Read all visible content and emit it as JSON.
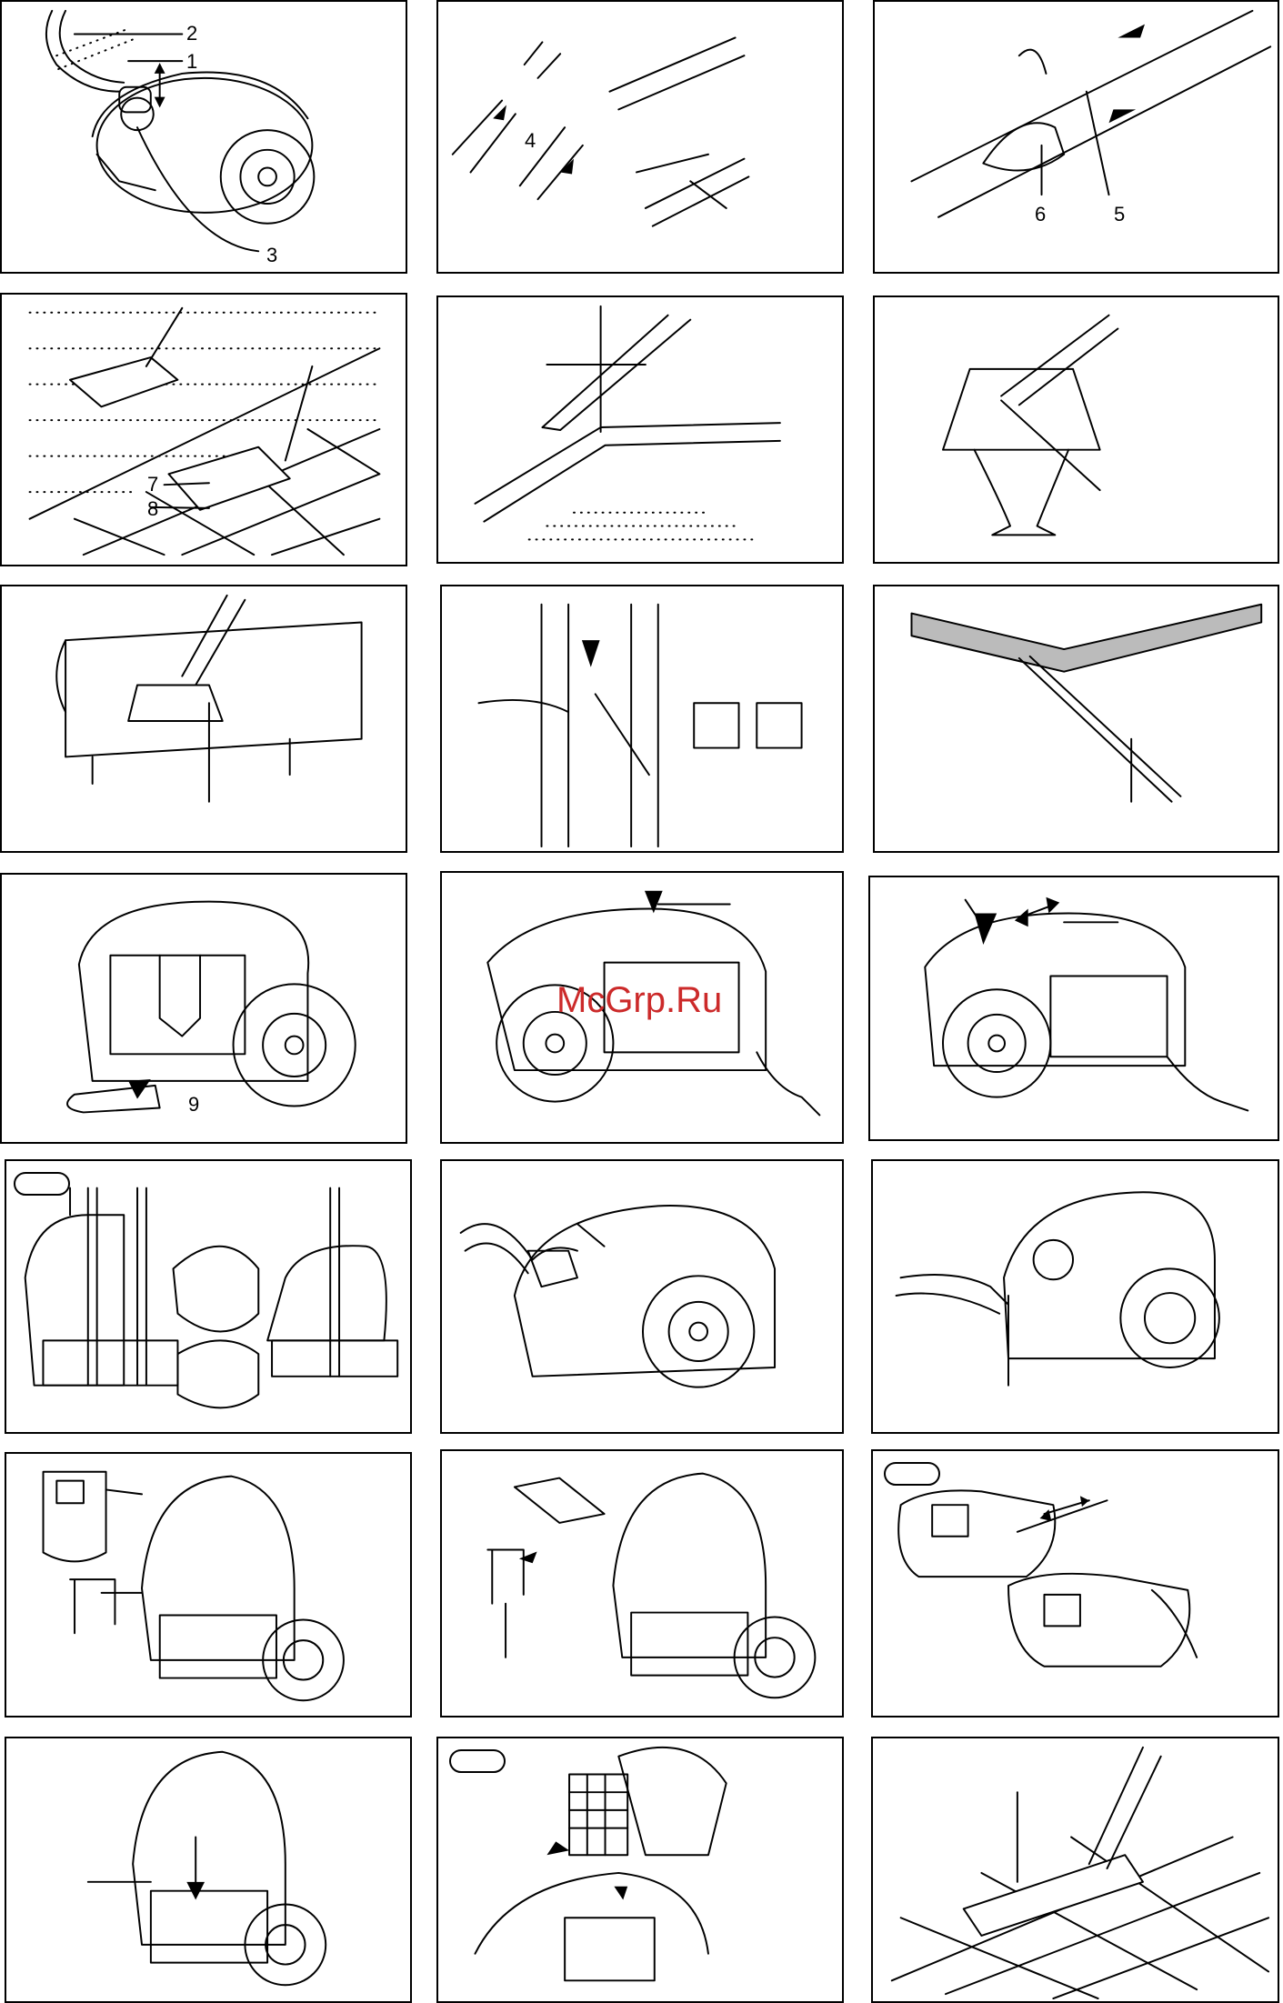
{
  "watermark": "McGrp.Ru",
  "panels": [
    {
      "id": "p1",
      "labels": [
        "2",
        "1",
        "3"
      ]
    },
    {
      "id": "p2",
      "labels": [
        "4"
      ]
    },
    {
      "id": "p3",
      "labels": [
        "6",
        "5"
      ]
    },
    {
      "id": "p4",
      "labels": [
        "7",
        "8"
      ]
    },
    {
      "id": "p5",
      "labels": []
    },
    {
      "id": "p6",
      "labels": []
    },
    {
      "id": "p7",
      "labels": []
    },
    {
      "id": "p8",
      "labels": []
    },
    {
      "id": "p9",
      "labels": []
    },
    {
      "id": "p10",
      "labels": [
        "9"
      ]
    },
    {
      "id": "p11",
      "labels": []
    },
    {
      "id": "p12",
      "labels": []
    },
    {
      "id": "p13",
      "labels": []
    },
    {
      "id": "p14",
      "labels": []
    },
    {
      "id": "p15",
      "labels": []
    },
    {
      "id": "p16",
      "labels": []
    },
    {
      "id": "p17",
      "labels": []
    },
    {
      "id": "p18",
      "labels": []
    },
    {
      "id": "p19",
      "labels": []
    },
    {
      "id": "p20",
      "labels": []
    },
    {
      "id": "p21",
      "labels": []
    }
  ]
}
